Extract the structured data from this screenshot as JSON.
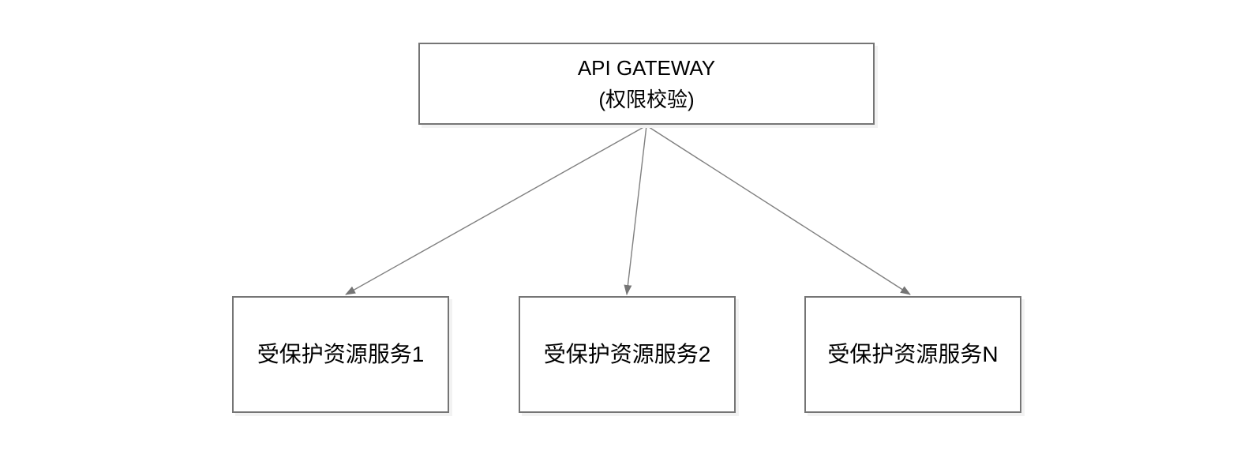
{
  "diagram": {
    "gateway": {
      "line1": "API GATEWAY",
      "line2": "(权限校验)"
    },
    "services": [
      {
        "id": "service-1",
        "label": "受保护资源服务1"
      },
      {
        "id": "service-2",
        "label": "受保护资源服务2"
      },
      {
        "id": "service-n",
        "label": "受保护资源服务N"
      }
    ],
    "edges": [
      {
        "from": "api-gateway",
        "to": "service-1"
      },
      {
        "from": "api-gateway",
        "to": "service-2"
      },
      {
        "from": "api-gateway",
        "to": "service-n"
      }
    ],
    "colors": {
      "node_border": "#757575",
      "node_fill": "#ffffff",
      "connector": "#808080",
      "arrowhead": "#757575",
      "text": "#000000",
      "shadow": "#f2f2f2",
      "canvas_background": "#ffffff"
    }
  }
}
